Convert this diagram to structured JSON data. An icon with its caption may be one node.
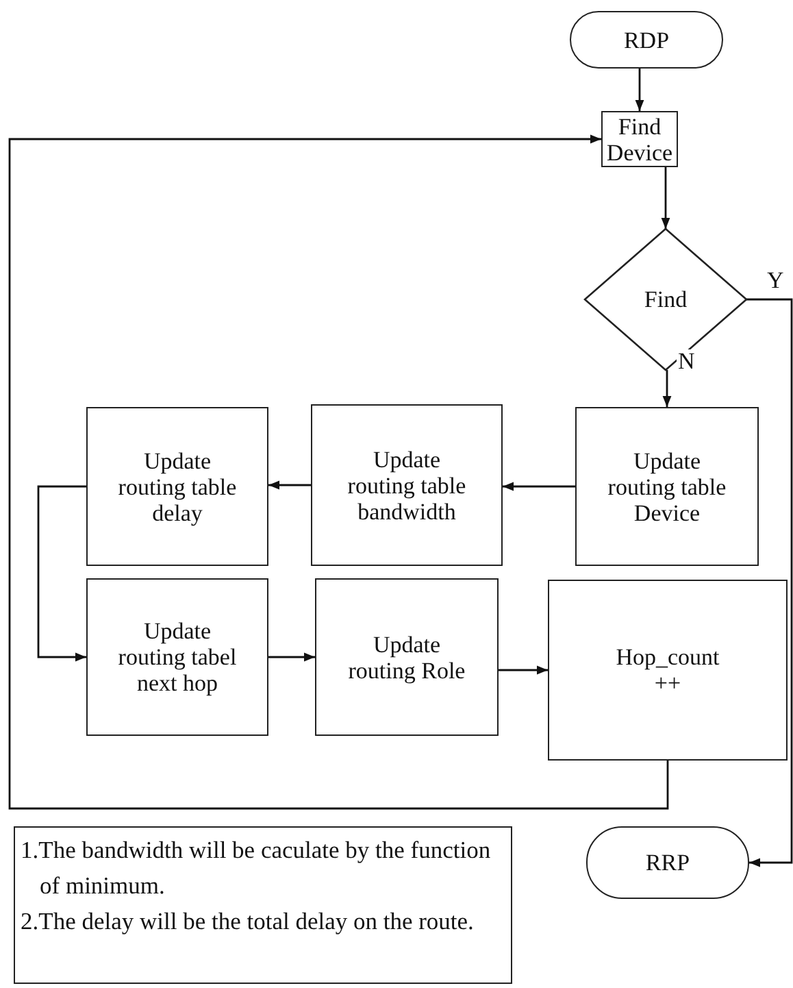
{
  "diagram": {
    "nodes": [
      {
        "text": [
          "RDP"
        ]
      },
      {
        "text": [
          "Find Device"
        ]
      },
      {
        "text": [
          "Find"
        ]
      },
      {
        "text": [
          "Update routing table Device"
        ]
      },
      {
        "text": [
          "Update routing table bandwidth"
        ]
      },
      {
        "text": [
          "Update routing table delay"
        ]
      },
      {
        "text": [
          "Update routing tabel next hop"
        ]
      },
      {
        "text": [
          "Update routing Role"
        ]
      },
      {
        "text": [
          "Hop_count ++"
        ]
      },
      {
        "text": [
          "1.The bandwidth will be caculate by the function of minimum.",
          "2.The delay will be the total delay on the route."
        ]
      },
      {
        "text": [
          "RRP"
        ]
      }
    ],
    "edges": [
      {
        "from": 0,
        "to": 1,
        "arrow": "to"
      },
      {
        "from": 1,
        "to": 2,
        "arrow": "to"
      },
      {
        "from": 2,
        "to": 3,
        "arrow": "to",
        "label": "N"
      },
      {
        "from": 3,
        "to": 4,
        "arrow": "to"
      },
      {
        "from": 4,
        "to": 5,
        "arrow": "to"
      },
      {
        "from": 5,
        "to": 6,
        "arrow": "to"
      },
      {
        "from": 6,
        "to": 7,
        "arrow": "to"
      },
      {
        "from": 7,
        "to": 8,
        "arrow": "to"
      },
      {
        "from": 8,
        "to": 1,
        "arrow": "to"
      },
      {
        "from": 2,
        "to": 10,
        "arrow": "to",
        "label": "Y"
      }
    ]
  }
}
